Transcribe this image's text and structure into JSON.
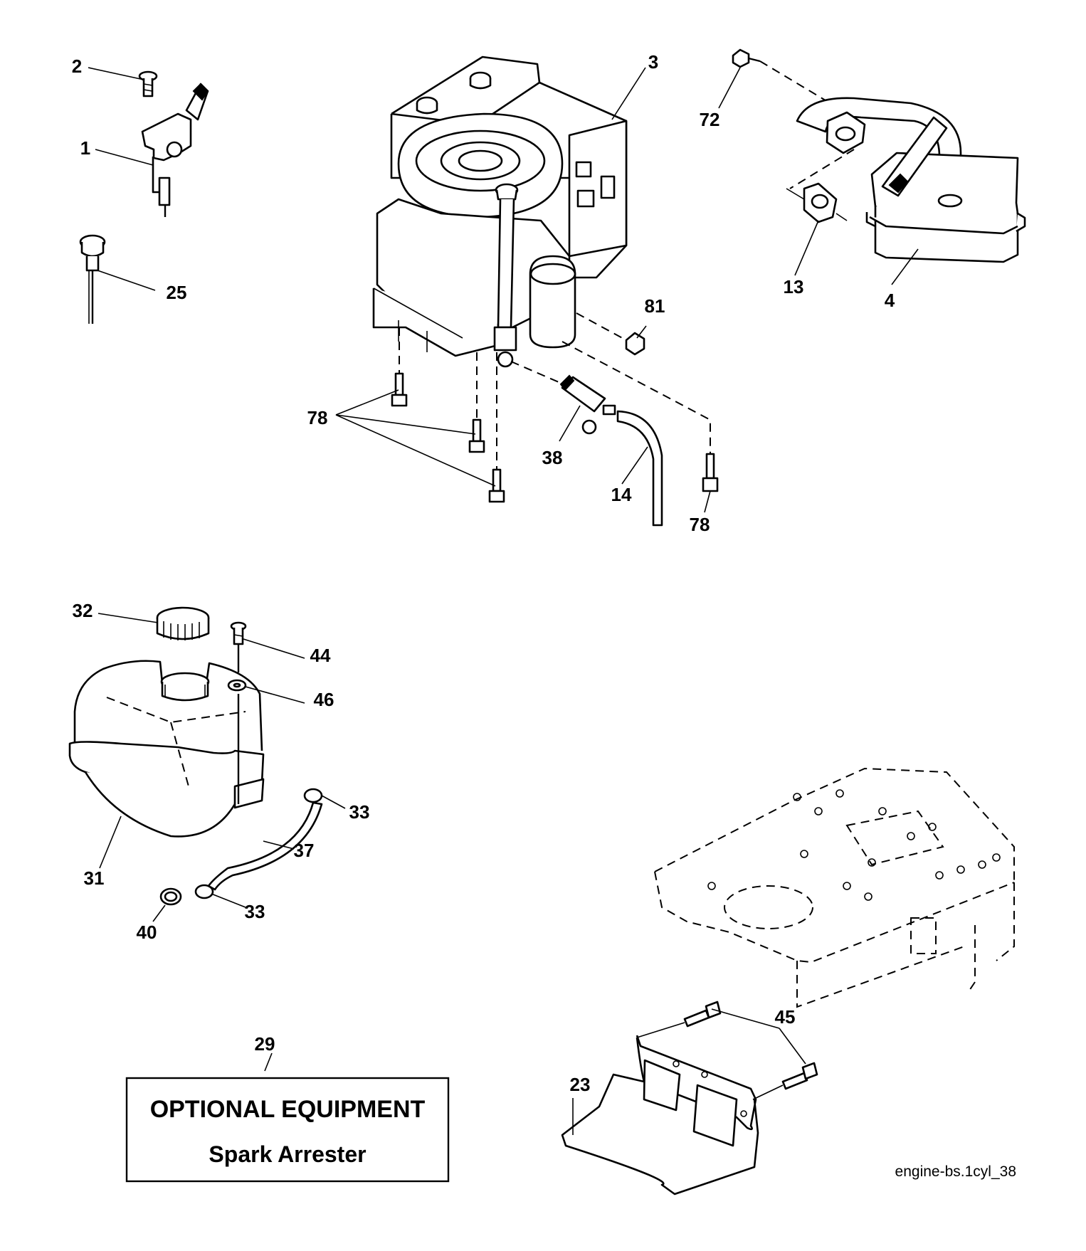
{
  "diagram": {
    "callouts": {
      "c1": "1",
      "c2": "2",
      "c3": "3",
      "c4": "4",
      "c13": "13",
      "c14": "14",
      "c23": "23",
      "c25": "25",
      "c29": "29",
      "c31": "31",
      "c32": "32",
      "c33a": "33",
      "c33b": "33",
      "c37": "37",
      "c38": "38",
      "c40": "40",
      "c44": "44",
      "c45": "45",
      "c46": "46",
      "c72": "72",
      "c78a": "78",
      "c78b": "78",
      "c81": "81"
    },
    "optional_box": {
      "title": "OPTIONAL EQUIPMENT",
      "subtitle": "Spark Arrester"
    },
    "reference": "engine-bs.1cyl_38"
  }
}
